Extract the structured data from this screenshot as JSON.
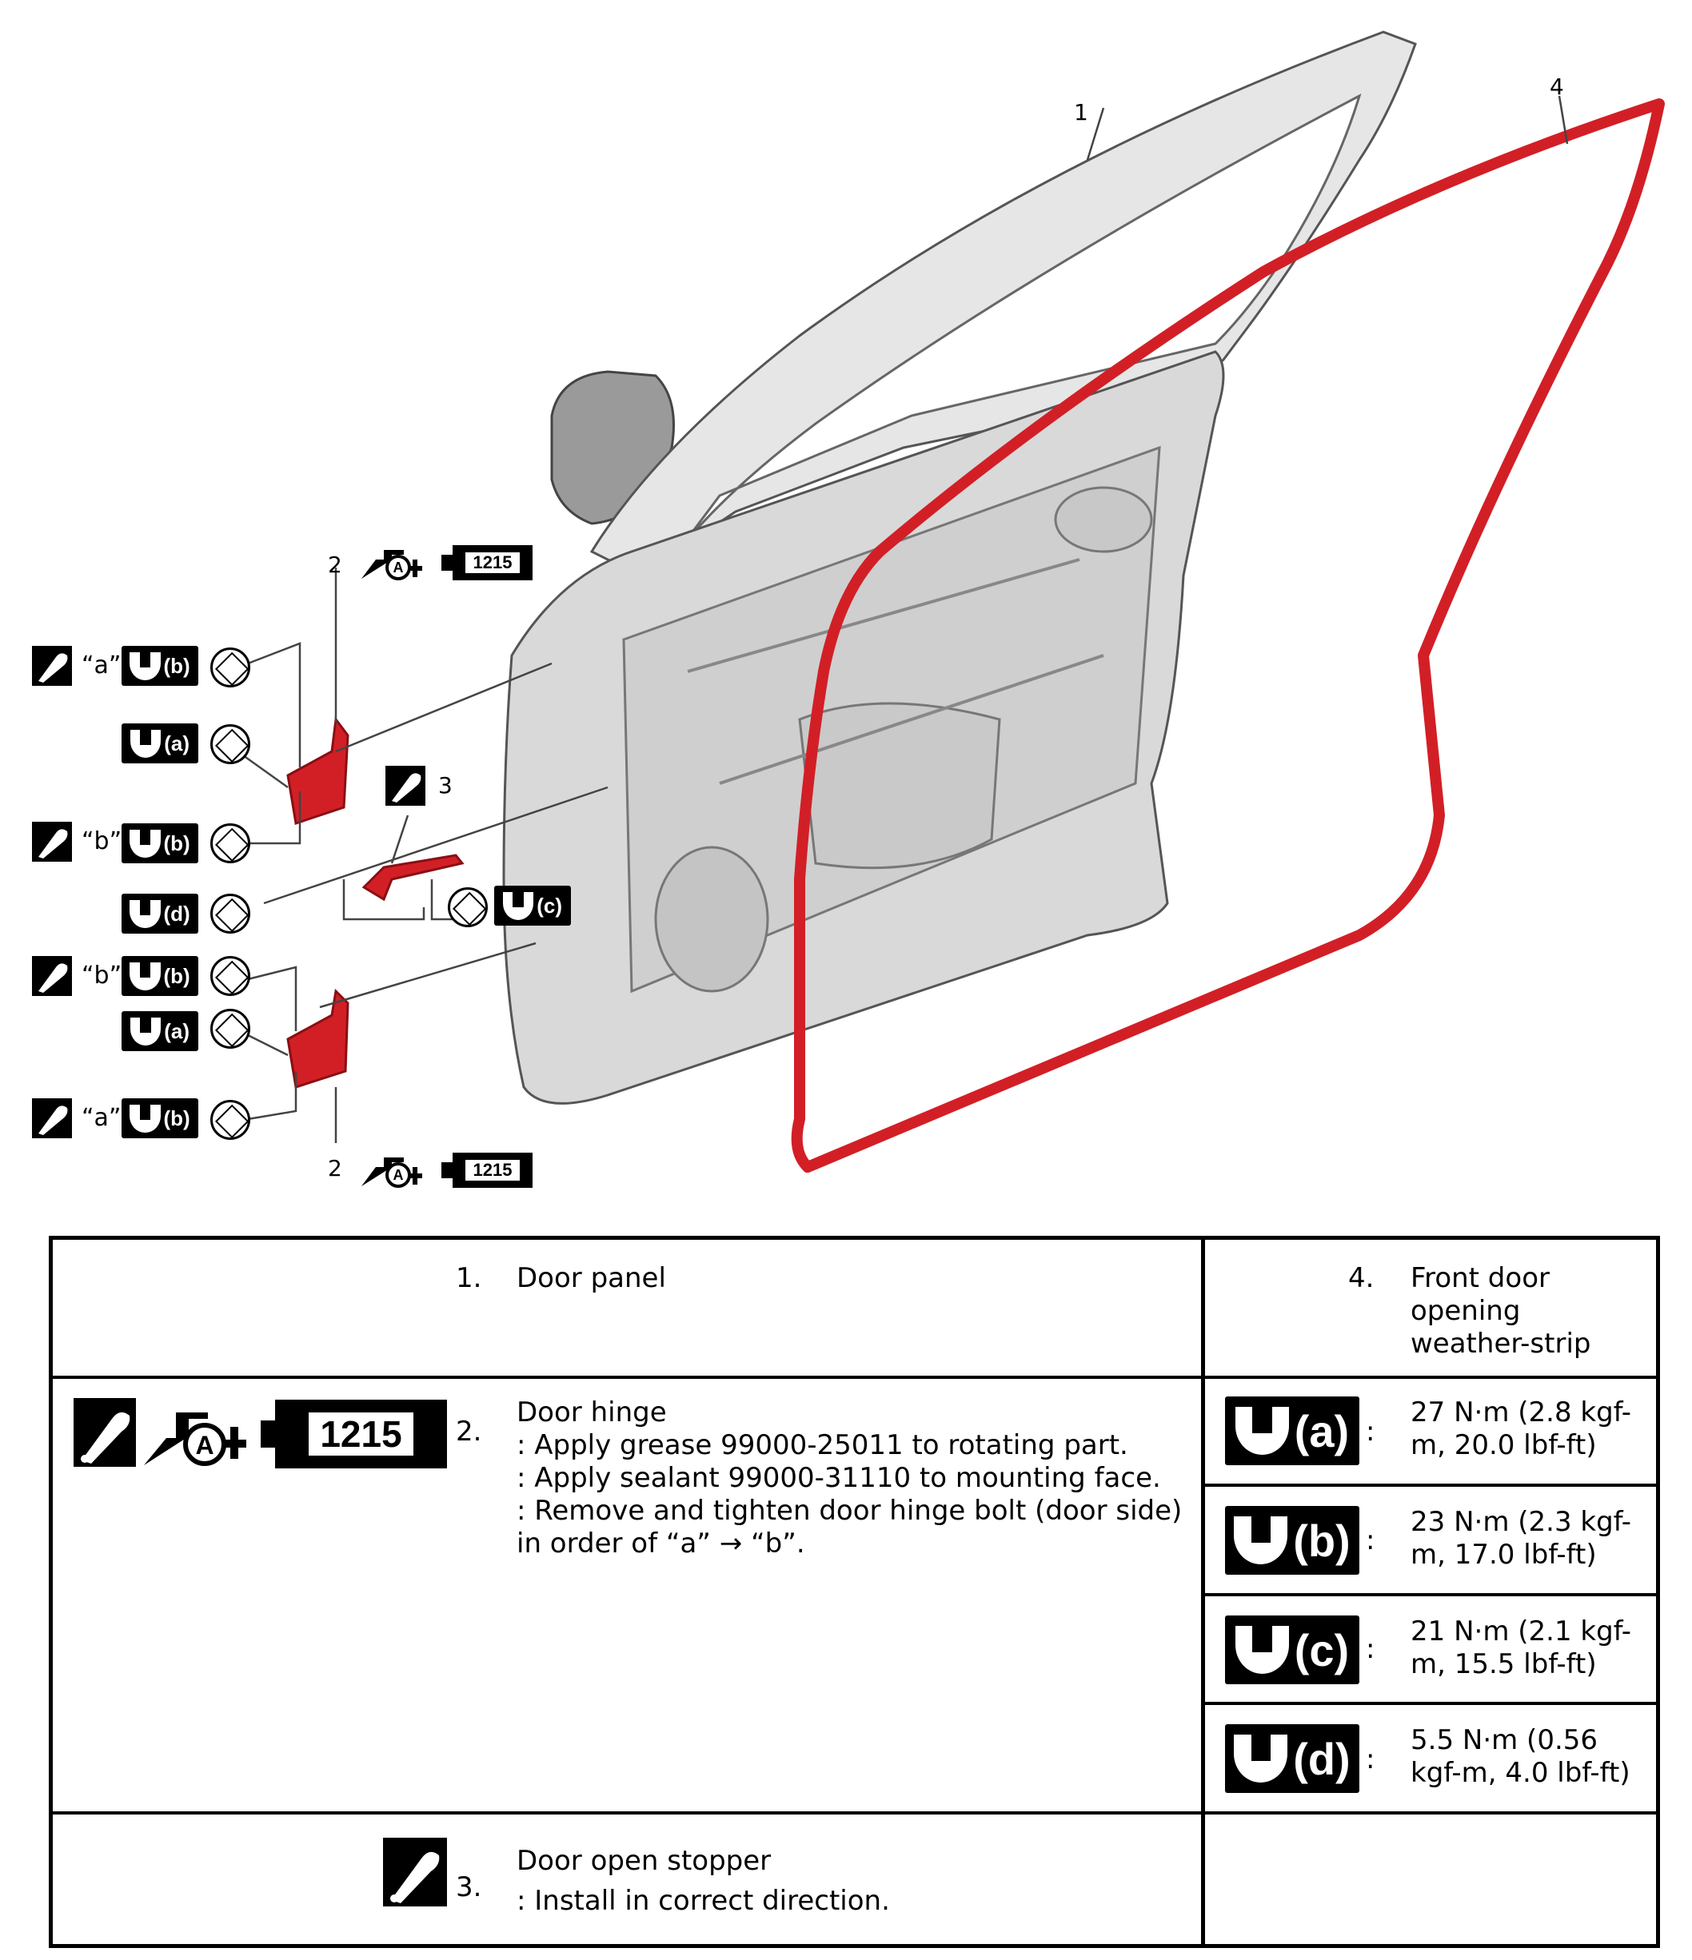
{
  "diagram": {
    "callouts": {
      "door_panel": "1",
      "hinge_upper": "2",
      "hinge_lower": "2",
      "stopper": "3",
      "weatherstrip": "4"
    },
    "sealant_code": "1215",
    "sealant_letter": "A",
    "order_labels": {
      "upper_a": "“a”",
      "upper_b": "“b”",
      "lower_b": "“b”",
      "lower_a": "“a”"
    },
    "torque_tags": {
      "a": "(a)",
      "b": "(b)",
      "c": "(c)",
      "d": "(d)"
    },
    "colors": {
      "part_highlight": "#d21f26",
      "door_gray": "#d9d9d9",
      "outline": "#555555"
    }
  },
  "table": {
    "row1": {
      "num": "1.",
      "title": "Door panel",
      "right_num": "4.",
      "right_text": "Front door\nopening\nweather-strip"
    },
    "row2": {
      "num": "2.",
      "sealant_code": "1215",
      "sealant_letter": "A",
      "text": "Door hinge\n: Apply grease 99000-25011 to rotating part.\n: Apply sealant 99000-31110 to mounting face.\n: Remove and tighten door hinge bolt (door side)\nin order of “a” → “b”.",
      "torques": [
        {
          "tag": "(a)",
          "colon": ":",
          "value": "27 N·m (2.8 kgf-\nm, 20.0 lbf-ft)"
        },
        {
          "tag": "(b)",
          "colon": ":",
          "value": "23 N·m (2.3 kgf-\nm, 17.0 lbf-ft)"
        },
        {
          "tag": "(c)",
          "colon": ":",
          "value": "21 N·m (2.1 kgf-\nm, 15.5 lbf-ft)"
        },
        {
          "tag": "(d)",
          "colon": ":",
          "value": "5.5 N·m (0.56\nkgf-m, 4.0 lbf-ft)"
        }
      ]
    },
    "row3": {
      "num": "3.",
      "text": "Door open stopper\n: Install in correct direction."
    }
  }
}
